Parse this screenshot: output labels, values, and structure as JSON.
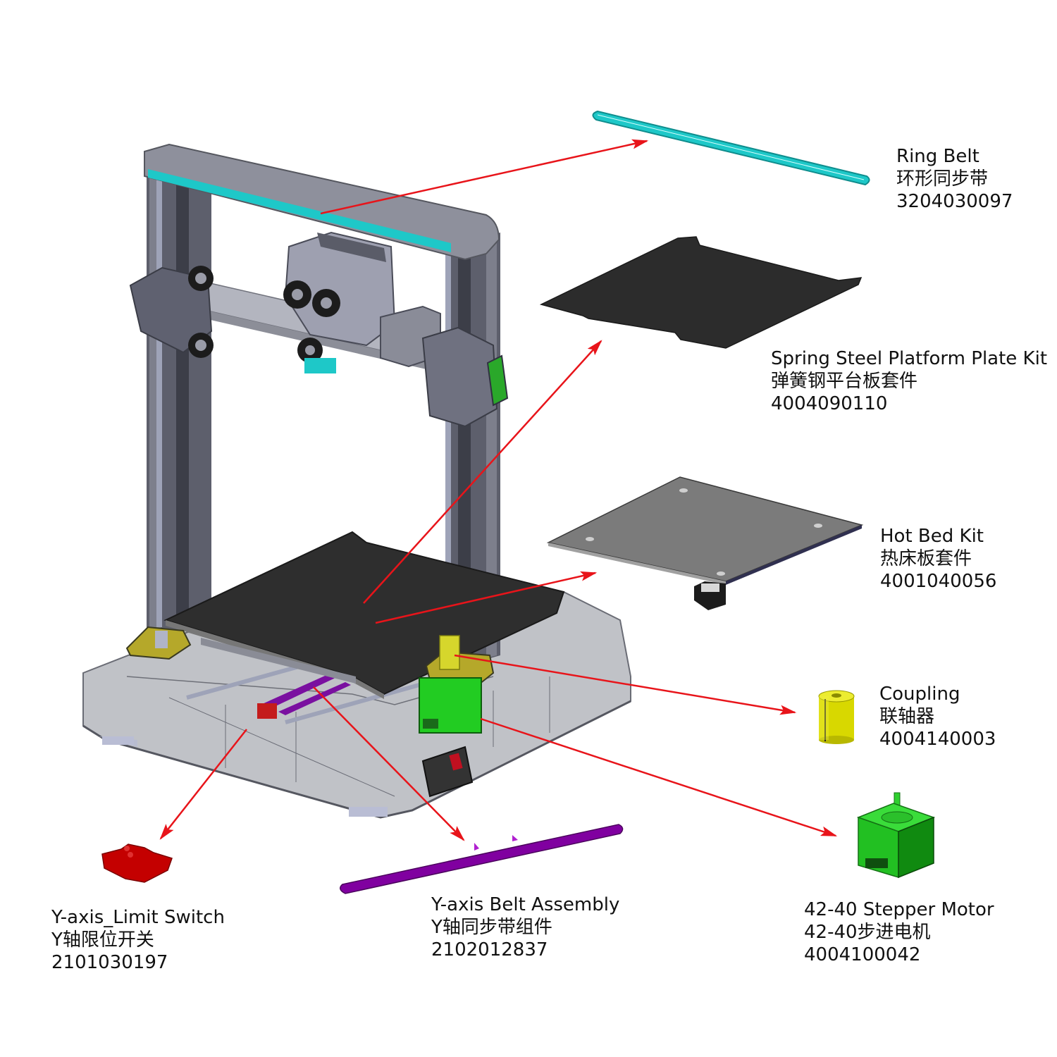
{
  "diagram": {
    "type": "exploded-parts-diagram",
    "subject": "3D printer",
    "arrow_color": "#e8141a",
    "parts": [
      {
        "id": "ring-belt",
        "name_en": "Ring Belt",
        "name_zh": "环形同步带",
        "part_no": "3204030097",
        "color": "#1ec8c8"
      },
      {
        "id": "spring-steel-plate",
        "name_en": "Spring Steel Platform Plate Kit",
        "name_zh": "弹簧钢平台板套件",
        "part_no": "4004090110",
        "color": "#2b2b2b"
      },
      {
        "id": "hot-bed",
        "name_en": "Hot Bed Kit",
        "name_zh": "热床板套件",
        "part_no": "4001040056",
        "color": "#7a7a7a"
      },
      {
        "id": "coupling",
        "name_en": "Coupling",
        "name_zh": "联轴器",
        "part_no": "4004140003",
        "color": "#d4d400"
      },
      {
        "id": "stepper-motor",
        "name_en": "42-40 Stepper Motor",
        "name_zh": "42-40步进电机",
        "part_no": "4004100042",
        "color": "#22cc22"
      },
      {
        "id": "y-limit-switch",
        "name_en": "Y-axis_Limit Switch",
        "name_zh": "Y轴限位开关",
        "part_no": "2101030197",
        "color": "#cc0000"
      },
      {
        "id": "y-belt",
        "name_en": "Y-axis Belt Assembly",
        "name_zh": "Y轴同步带组件",
        "part_no": "2102012837",
        "color": "#8a00a8"
      }
    ]
  }
}
